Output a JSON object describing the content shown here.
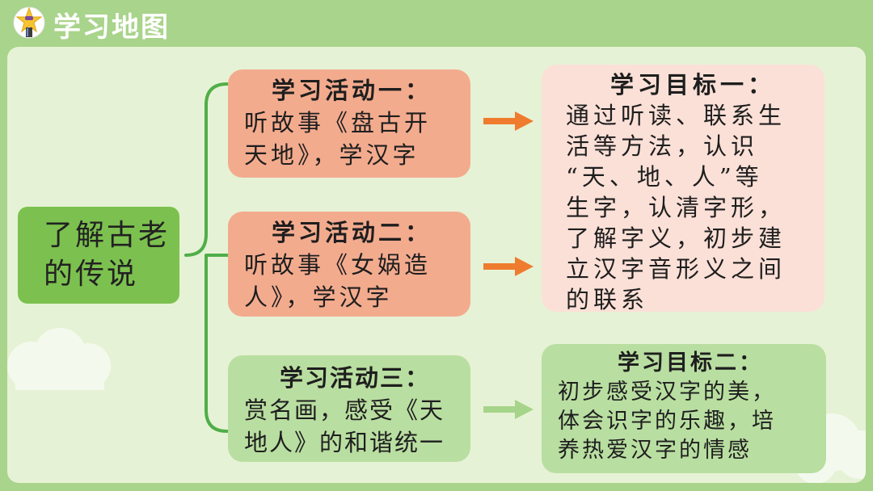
{
  "header": {
    "title": "学习地图"
  },
  "root": {
    "line1": "了解古老",
    "line2": "的传说"
  },
  "activities": [
    {
      "heading": "学习活动一：",
      "line1": "听故事《盘古开",
      "line2": "天地》，学汉字"
    },
    {
      "heading": "学习活动二：",
      "line1": "听故事《女娲造",
      "line2": "人》，学汉字"
    },
    {
      "heading": "学习活动三：",
      "line1": "赏名画，感受《天",
      "line2": "地人》的和谐统一"
    }
  ],
  "goals": [
    {
      "heading": "学习目标一：",
      "lines": [
        "通过听读、联系生",
        "活等方法，认识",
        "“天、地、人”等",
        "生字，认清字形，",
        "了解字义，初步建",
        "立汉字音形义之间",
        "的联系"
      ]
    },
    {
      "heading": "学习目标二：",
      "lines": [
        "初步感受汉字的美，",
        "体会识字的乐趣，培",
        "养热爱汉字的情感"
      ]
    }
  ],
  "colors": {
    "header_bg": "#a9d48b",
    "panel_bg": "#e6f2d5",
    "root_box": "#7cc14f",
    "activity_salmon": "#f3ab8e",
    "goal_pink": "#fbe0d7",
    "green_box": "#b9dea1",
    "arrow_orange": "#ef7c2e",
    "arrow_green": "#a6d48a",
    "bracket_green": "#4fae48"
  },
  "icons": {
    "logo": "star-mascot-icon"
  }
}
